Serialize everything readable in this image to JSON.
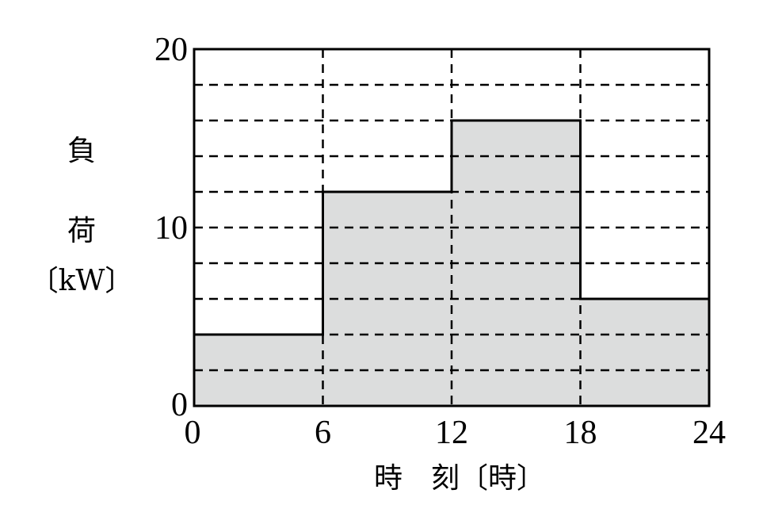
{
  "chart_data": {
    "type": "area",
    "step": true,
    "title": "",
    "x": [
      0,
      6,
      12,
      18,
      24
    ],
    "y": [
      4,
      12,
      16,
      6
    ],
    "xlim": [
      0,
      24
    ],
    "ylim": [
      0,
      20
    ],
    "x_ticks": [
      "0",
      "6",
      "12",
      "18",
      "24"
    ],
    "y_ticks": [
      "0",
      "10",
      "20"
    ],
    "ylabel": [
      "負",
      "荷",
      "〔kW〕"
    ],
    "xlabel": "時　刻〔時〕",
    "grid": true,
    "grid_style": "dashed",
    "y_grid_step": 2,
    "fill_color": "#dcdddd",
    "line_color": "#000000"
  }
}
